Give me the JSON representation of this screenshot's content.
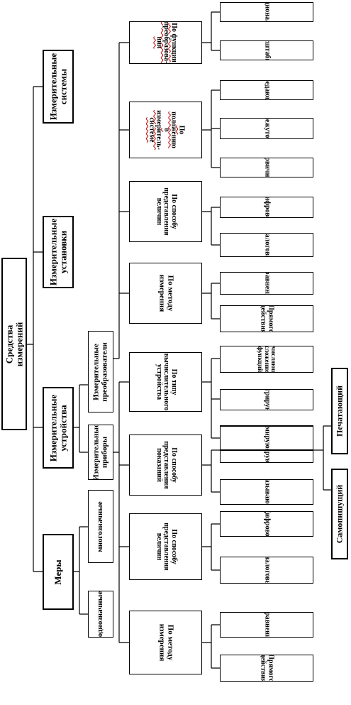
{
  "root": "Средства измерений",
  "level1": {
    "measures": "Меры",
    "devices": "Измерительные\nустройства",
    "installations": "Измерительные\nустановки",
    "systems": "Измерительные\nсистемы"
  },
  "measures_kinds": {
    "single": "однозначные",
    "multi": "многозначные"
  },
  "devices_kinds": {
    "instruments": "Измерительные\nприборы",
    "transducers": "Измерительные\nпреобразователи"
  },
  "instrument_groups": {
    "method": "По методу\nизмерения",
    "value_repr": "По способу\nпредставления\nвеличин",
    "reading_repr": "По способу\nпредставления\nпоказаний",
    "computing": "По типу\nвычислительного\nустройства"
  },
  "instrument_leaves": {
    "direct": "Прямого действия",
    "comparison": "Сравнения",
    "analog": "Аналоговый",
    "digital": "Цифровой",
    "indicating": "Показывающий",
    "registering": "Регистрирующий",
    "summing": "Суммирующий",
    "integrating": "Интегрирующий",
    "computing_func": "Вычисляющий\nсложение функций"
  },
  "register_kinds": {
    "self_recording": "Самопишущий",
    "printing": "Печатающий"
  },
  "transducer_groups": {
    "method": "По методу\nизмерения",
    "value_repr": "По способу\nпредставления\nвеличин",
    "position": "По положению\nв измеритель-\nсистеме",
    "function": "По функции\nпреобразова-\nния"
  },
  "transducer_leaves": {
    "direct": "Прямого действия",
    "comparison": "Сравнения",
    "analog": "Аналоговый",
    "digital": "Цифровой",
    "primary": "Первичный",
    "intermediate": "Промежуточный",
    "transmitting": "Передающий",
    "scale": "Масштабный",
    "functional": "Функциональный"
  }
}
